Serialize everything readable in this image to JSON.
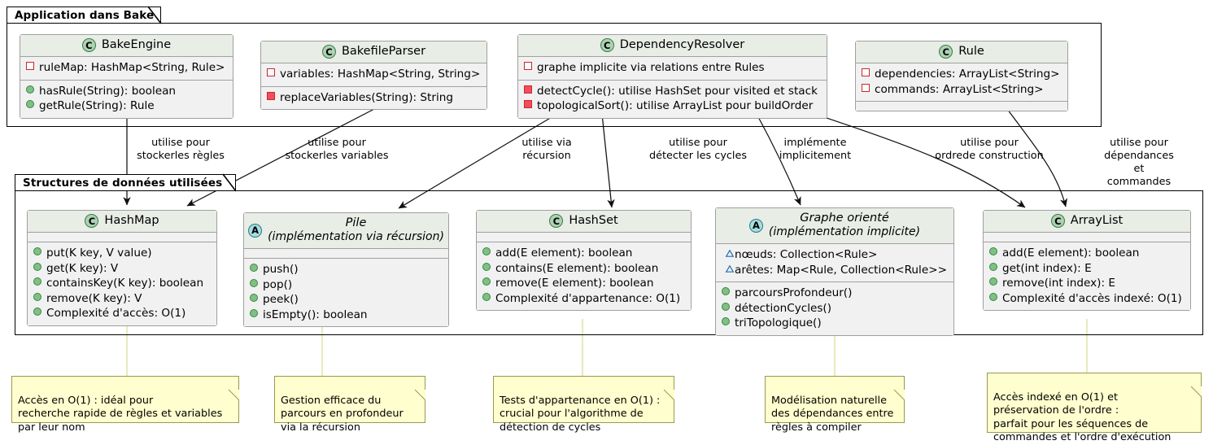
{
  "packages": [
    {
      "id": "app",
      "title": "Application dans Bake"
    },
    {
      "id": "ds",
      "title": "Structures de données utilisées"
    }
  ],
  "colors": {
    "class_header": "#E8EDE6",
    "class_body": "#F1F1F1",
    "class_border": "#A0A0A0",
    "note_fill": "#FEFECE",
    "note_border": "#9A9A4F",
    "stereotype_class_fill": "#ADD1B2",
    "stereotype_class_border": "#397B46",
    "stereotype_abstract_fill": "#A9DCDF",
    "stereotype_abstract_border": "#1B7E85",
    "private_marker": "#C82930",
    "private_method_marker": "#F24D5C",
    "public_method_marker": "#84BE84",
    "package_marker": "#1F6FB2",
    "frame_border": "#000000"
  },
  "classes": [
    {
      "id": "bakeengine",
      "stereotype": "C",
      "stereotype_icon": "class-icon",
      "title": "BakeEngine",
      "subtitle": "",
      "abstract": false,
      "fields": [
        {
          "visibility": "private-field",
          "text": "ruleMap: HashMap<String, Rule>"
        }
      ],
      "methods": [
        {
          "visibility": "public-method",
          "text": "hasRule(String): boolean"
        },
        {
          "visibility": "public-method",
          "text": "getRule(String): Rule"
        }
      ]
    },
    {
      "id": "bakefileparser",
      "stereotype": "C",
      "stereotype_icon": "class-icon",
      "title": "BakefileParser",
      "subtitle": "",
      "abstract": false,
      "fields": [
        {
          "visibility": "private-field",
          "text": "variables: HashMap<String, String>"
        }
      ],
      "methods": [
        {
          "visibility": "private-method",
          "text": "replaceVariables(String): String"
        }
      ]
    },
    {
      "id": "dependencyresolver",
      "stereotype": "C",
      "stereotype_icon": "class-icon",
      "title": "DependencyResolver",
      "subtitle": "",
      "abstract": false,
      "fields": [
        {
          "visibility": "private-field",
          "text": "graphe implicite via relations entre Rules"
        }
      ],
      "methods": [
        {
          "visibility": "private-method",
          "text": "detectCycle(): utilise HashSet pour visited et stack"
        },
        {
          "visibility": "private-method",
          "text": "topologicalSort(): utilise ArrayList pour buildOrder"
        }
      ]
    },
    {
      "id": "rule",
      "stereotype": "C",
      "stereotype_icon": "class-icon",
      "title": "Rule",
      "subtitle": "",
      "abstract": false,
      "fields": [
        {
          "visibility": "private-field",
          "text": "dependencies: ArrayList<String>"
        },
        {
          "visibility": "private-field",
          "text": "commands: ArrayList<String>"
        }
      ],
      "methods": []
    },
    {
      "id": "hashmap",
      "stereotype": "C",
      "stereotype_icon": "class-icon",
      "title": "HashMap",
      "subtitle": "",
      "abstract": false,
      "fields": [],
      "methods": [
        {
          "visibility": "public-method",
          "text": "put(K key, V value)"
        },
        {
          "visibility": "public-method",
          "text": "get(K key): V"
        },
        {
          "visibility": "public-method",
          "text": "containsKey(K key): boolean"
        },
        {
          "visibility": "public-method",
          "text": "remove(K key): V"
        },
        {
          "visibility": "public-method",
          "text": "Complexité d'accès: O(1)"
        }
      ]
    },
    {
      "id": "pile",
      "stereotype": "A",
      "stereotype_icon": "abstract-class-icon",
      "title": "Pile",
      "subtitle": "(implémentation via récursion)",
      "abstract": true,
      "fields": [],
      "methods": [
        {
          "visibility": "public-method",
          "text": "push()"
        },
        {
          "visibility": "public-method",
          "text": "pop()"
        },
        {
          "visibility": "public-method",
          "text": "peek()"
        },
        {
          "visibility": "public-method",
          "text": "isEmpty(): boolean"
        }
      ]
    },
    {
      "id": "hashset",
      "stereotype": "C",
      "stereotype_icon": "class-icon",
      "title": "HashSet",
      "subtitle": "",
      "abstract": false,
      "fields": [],
      "methods": [
        {
          "visibility": "public-method",
          "text": "add(E element): boolean"
        },
        {
          "visibility": "public-method",
          "text": "contains(E element): boolean"
        },
        {
          "visibility": "public-method",
          "text": "remove(E element): boolean"
        },
        {
          "visibility": "public-method",
          "text": "Complexité d'appartenance: O(1)"
        }
      ]
    },
    {
      "id": "graphe",
      "stereotype": "A",
      "stereotype_icon": "abstract-class-icon",
      "title": "Graphe orienté",
      "subtitle": "(implémentation implicite)",
      "abstract": true,
      "fields": [
        {
          "visibility": "package-field",
          "text": "nœuds: Collection<Rule>"
        },
        {
          "visibility": "package-field",
          "text": "arêtes: Map<Rule, Collection<Rule>>"
        }
      ],
      "methods": [
        {
          "visibility": "public-method",
          "text": "parcoursProfondeur()"
        },
        {
          "visibility": "public-method",
          "text": "détectionCycles()"
        },
        {
          "visibility": "public-method",
          "text": "triTopologique()"
        }
      ]
    },
    {
      "id": "arraylist",
      "stereotype": "C",
      "stereotype_icon": "class-icon",
      "title": "ArrayList",
      "subtitle": "",
      "abstract": false,
      "fields": [],
      "methods": [
        {
          "visibility": "public-method",
          "text": "add(E element): boolean"
        },
        {
          "visibility": "public-method",
          "text": "get(int index): E"
        },
        {
          "visibility": "public-method",
          "text": "remove(int index): E"
        },
        {
          "visibility": "public-method",
          "text": "Complexité d'accès indexé: O(1)"
        }
      ]
    }
  ],
  "edges": [
    {
      "id": "e1",
      "from": "BakeEngine",
      "to": "HashMap",
      "label": "utilise pour\nstockerles règles"
    },
    {
      "id": "e2",
      "from": "BakefileParser",
      "to": "HashMap",
      "label": "utilise pour\nstockerles variables"
    },
    {
      "id": "e3",
      "from": "DependencyResolver",
      "to": "Pile",
      "label": "utilise via\nrécursion"
    },
    {
      "id": "e4",
      "from": "DependencyResolver",
      "to": "HashSet",
      "label": "utilise pour\ndétecter les cycles"
    },
    {
      "id": "e5",
      "from": "DependencyResolver",
      "to": "Graphe orienté",
      "label": "implémente\nimplicitement"
    },
    {
      "id": "e6",
      "from": "DependencyResolver",
      "to": "ArrayList",
      "label": "utilise pour\nordrede construction"
    },
    {
      "id": "e7",
      "from": "Rule",
      "to": "ArrayList",
      "label": "utilise pour\ndépendances et commandes"
    }
  ],
  "notes": [
    {
      "id": "n1",
      "attached_to": "HashMap",
      "text": "Accès en O(1) : idéal pour\nrecherche rapide de règles et variables\npar leur nom"
    },
    {
      "id": "n2",
      "attached_to": "Pile",
      "text": "Gestion efficace du\nparcours en profondeur\nvia la récursion"
    },
    {
      "id": "n3",
      "attached_to": "HashSet",
      "text": "Tests d'appartenance en O(1) :\ncrucial pour l'algorithme de\ndétection de cycles"
    },
    {
      "id": "n4",
      "attached_to": "Graphe orienté",
      "text": "Modélisation naturelle\ndes dépendances entre\nrègles à compiler"
    },
    {
      "id": "n5",
      "attached_to": "ArrayList",
      "text": "Accès indexé en O(1) et\npréservation de l'ordre :\nparfait pour les séquences de\ncommandes et l'ordre d'exécution"
    }
  ]
}
